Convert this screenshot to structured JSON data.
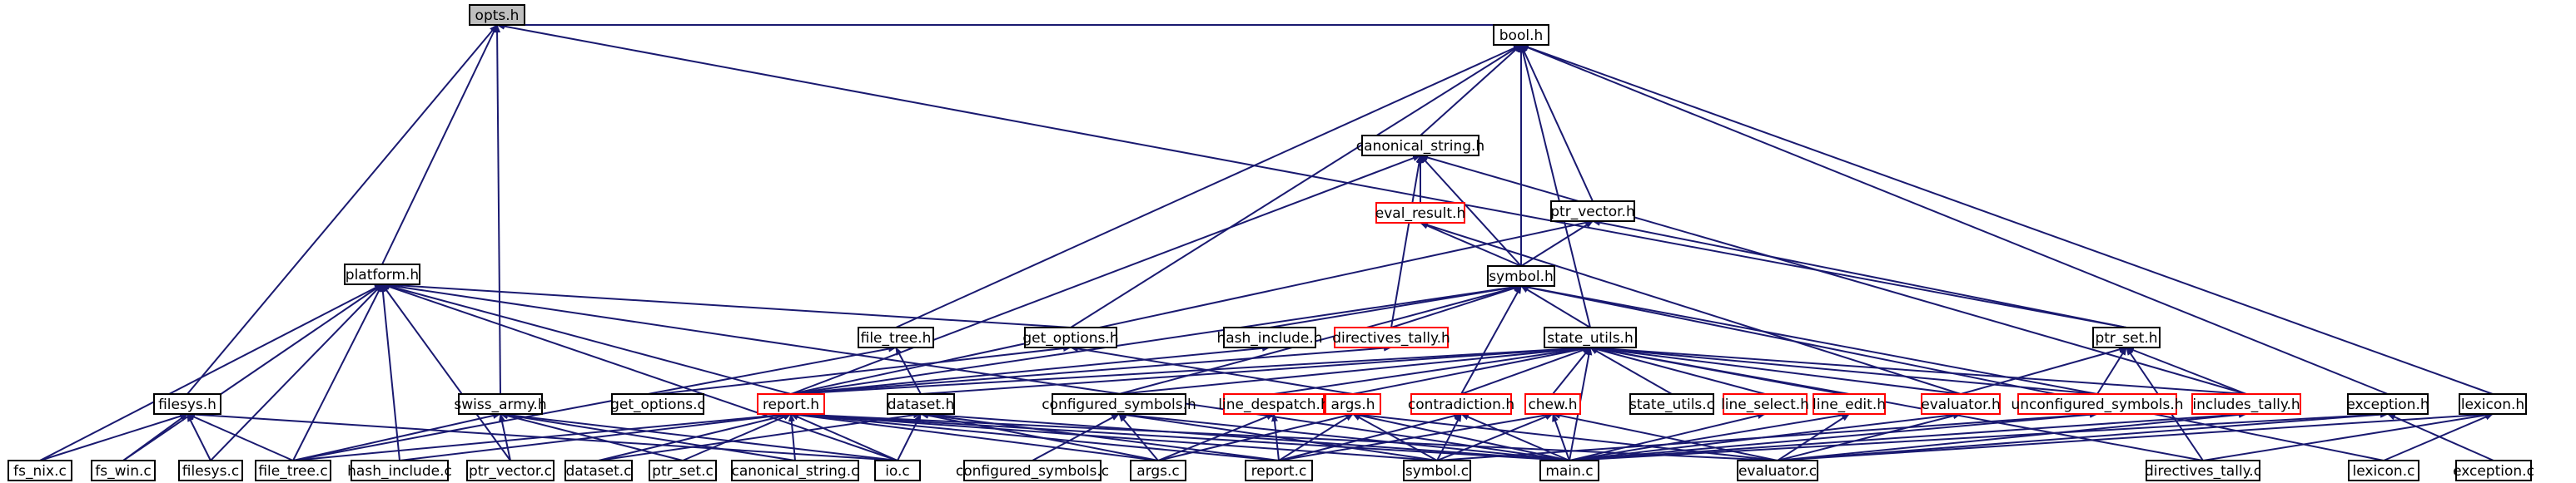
{
  "graph_type": "include dependency graph",
  "colors": {
    "edge": "#191970",
    "root_fill": "#bfbfbf",
    "node_fill": "#ffffff",
    "node_border": "#000000",
    "truncated_border": "#ff0000"
  },
  "root": "opts.h",
  "nodes": [
    {
      "id": "opts_h",
      "label": "opts.h",
      "kind": "root"
    },
    {
      "id": "bool_h",
      "label": "bool.h"
    },
    {
      "id": "canonical_string_h",
      "label": "canonical_string.h"
    },
    {
      "id": "eval_result_h",
      "label": "eval_result.h",
      "truncated": true
    },
    {
      "id": "ptr_vector_h",
      "label": "ptr_vector.h"
    },
    {
      "id": "symbol_h",
      "label": "symbol.h"
    },
    {
      "id": "platform_h",
      "label": "platform.h"
    },
    {
      "id": "get_options_h",
      "label": "get_options.h"
    },
    {
      "id": "file_tree_h",
      "label": "file_tree.h"
    },
    {
      "id": "hash_include_h",
      "label": "hash_include.h"
    },
    {
      "id": "directives_tally_h",
      "label": "directives_tally.h",
      "truncated": true
    },
    {
      "id": "state_utils_h",
      "label": "state_utils.h"
    },
    {
      "id": "ptr_set_h",
      "label": "ptr_set.h"
    },
    {
      "id": "filesys_h",
      "label": "filesys.h"
    },
    {
      "id": "swiss_army_h",
      "label": "swiss_army.h"
    },
    {
      "id": "get_options_c",
      "label": "get_options.c"
    },
    {
      "id": "report_h",
      "label": "report.h",
      "truncated": true
    },
    {
      "id": "dataset_h",
      "label": "dataset.h"
    },
    {
      "id": "configured_symbols_h",
      "label": "configured_symbols.h"
    },
    {
      "id": "line_despatch_h",
      "label": "line_despatch.h",
      "truncated": true
    },
    {
      "id": "args_h",
      "label": "args.h",
      "truncated": true
    },
    {
      "id": "contradiction_h",
      "label": "contradiction.h",
      "truncated": true
    },
    {
      "id": "chew_h",
      "label": "chew.h",
      "truncated": true
    },
    {
      "id": "state_utils_c",
      "label": "state_utils.c"
    },
    {
      "id": "line_select_h",
      "label": "line_select.h",
      "truncated": true
    },
    {
      "id": "line_edit_h",
      "label": "line_edit.h",
      "truncated": true
    },
    {
      "id": "evaluator_h",
      "label": "evaluator.h",
      "truncated": true
    },
    {
      "id": "unconfigured_symbols_h",
      "label": "unconfigured_symbols.h",
      "truncated": true
    },
    {
      "id": "includes_tally_h",
      "label": "includes_tally.h",
      "truncated": true
    },
    {
      "id": "exception_h",
      "label": "exception.h"
    },
    {
      "id": "lexicon_h",
      "label": "lexicon.h"
    },
    {
      "id": "fs_nix_c",
      "label": "fs_nix.c"
    },
    {
      "id": "fs_win_c",
      "label": "fs_win.c"
    },
    {
      "id": "filesys_c",
      "label": "filesys.c"
    },
    {
      "id": "file_tree_c",
      "label": "file_tree.c"
    },
    {
      "id": "hash_include_c",
      "label": "hash_include.c"
    },
    {
      "id": "ptr_vector_c",
      "label": "ptr_vector.c"
    },
    {
      "id": "dataset_c",
      "label": "dataset.c"
    },
    {
      "id": "ptr_set_c",
      "label": "ptr_set.c"
    },
    {
      "id": "canonical_string_c",
      "label": "canonical_string.c"
    },
    {
      "id": "io_c",
      "label": "io.c"
    },
    {
      "id": "configured_symbols_c",
      "label": "configured_symbols.c"
    },
    {
      "id": "args_c",
      "label": "args.c"
    },
    {
      "id": "report_c",
      "label": "report.c"
    },
    {
      "id": "symbol_c",
      "label": "symbol.c"
    },
    {
      "id": "main_c",
      "label": "main.c"
    },
    {
      "id": "evaluator_c",
      "label": "evaluator.c"
    },
    {
      "id": "directives_tally_c",
      "label": "directives_tally.c"
    },
    {
      "id": "lexicon_c",
      "label": "lexicon.c"
    },
    {
      "id": "exception_c",
      "label": "exception.c"
    }
  ],
  "edges": [
    [
      "bool_h",
      "opts_h"
    ],
    [
      "platform_h",
      "opts_h"
    ],
    [
      "swiss_army_h",
      "opts_h"
    ],
    [
      "filesys_h",
      "opts_h"
    ],
    [
      "ptr_set_h",
      "opts_h"
    ],
    [
      "canonical_string_h",
      "bool_h"
    ],
    [
      "ptr_vector_h",
      "bool_h"
    ],
    [
      "symbol_h",
      "bool_h"
    ],
    [
      "file_tree_h",
      "bool_h"
    ],
    [
      "get_options_h",
      "bool_h"
    ],
    [
      "state_utils_h",
      "bool_h"
    ],
    [
      "exception_h",
      "bool_h"
    ],
    [
      "lexicon_h",
      "bool_h"
    ],
    [
      "eval_result_h",
      "canonical_string_h"
    ],
    [
      "symbol_h",
      "canonical_string_h"
    ],
    [
      "directives_tally_h",
      "canonical_string_h"
    ],
    [
      "report_h",
      "canonical_string_h"
    ],
    [
      "includes_tally_h",
      "canonical_string_h"
    ],
    [
      "symbol_h",
      "ptr_vector_h"
    ],
    [
      "ptr_set_h",
      "ptr_vector_h"
    ],
    [
      "report_h",
      "ptr_vector_h"
    ],
    [
      "symbol_h",
      "eval_result_h"
    ],
    [
      "evaluator_h",
      "eval_result_h"
    ],
    [
      "hash_include_h",
      "symbol_h"
    ],
    [
      "directives_tally_h",
      "symbol_h"
    ],
    [
      "state_utils_h",
      "symbol_h"
    ],
    [
      "contradiction_h",
      "symbol_h"
    ],
    [
      "unconfigured_symbols_h",
      "symbol_h"
    ],
    [
      "lexicon_c",
      "symbol_h"
    ],
    [
      "report_h",
      "symbol_h"
    ],
    [
      "configured_symbols_h",
      "symbol_h"
    ],
    [
      "get_options_h",
      "platform_h"
    ],
    [
      "file_tree_c",
      "platform_h"
    ],
    [
      "fs_nix_c",
      "platform_h"
    ],
    [
      "fs_win_c",
      "platform_h"
    ],
    [
      "filesys_c",
      "platform_h"
    ],
    [
      "hash_include_c",
      "platform_h"
    ],
    [
      "ptr_vector_c",
      "platform_h"
    ],
    [
      "io_c",
      "platform_h"
    ],
    [
      "report_h",
      "platform_h"
    ],
    [
      "main_c",
      "platform_h"
    ],
    [
      "get_options_c",
      "get_options_h"
    ],
    [
      "args_h",
      "get_options_h"
    ],
    [
      "file_tree_c",
      "file_tree_h"
    ],
    [
      "dataset_h",
      "file_tree_h"
    ],
    [
      "report_h",
      "hash_include_h"
    ],
    [
      "report_h",
      "directives_tally_h"
    ],
    [
      "report_h",
      "state_utils_h"
    ],
    [
      "dataset_h",
      "state_utils_h"
    ],
    [
      "configured_symbols_h",
      "state_utils_h"
    ],
    [
      "line_despatch_h",
      "state_utils_h"
    ],
    [
      "args_h",
      "state_utils_h"
    ],
    [
      "contradiction_h",
      "state_utils_h"
    ],
    [
      "chew_h",
      "state_utils_h"
    ],
    [
      "state_utils_c",
      "state_utils_h"
    ],
    [
      "line_select_h",
      "state_utils_h"
    ],
    [
      "line_edit_h",
      "state_utils_h"
    ],
    [
      "evaluator_h",
      "state_utils_h"
    ],
    [
      "unconfigured_symbols_h",
      "state_utils_h"
    ],
    [
      "includes_tally_h",
      "state_utils_h"
    ],
    [
      "main_c",
      "state_utils_h"
    ],
    [
      "directives_tally_c",
      "state_utils_h"
    ],
    [
      "evaluator_h",
      "ptr_set_h"
    ],
    [
      "unconfigured_symbols_h",
      "ptr_set_h"
    ],
    [
      "includes_tally_h",
      "ptr_set_h"
    ],
    [
      "directives_tally_c",
      "ptr_set_h"
    ],
    [
      "fs_nix_c",
      "filesys_h"
    ],
    [
      "fs_win_c",
      "filesys_h"
    ],
    [
      "filesys_c",
      "filesys_h"
    ],
    [
      "file_tree_c",
      "filesys_h"
    ],
    [
      "io_c",
      "filesys_h"
    ],
    [
      "file_tree_c",
      "swiss_army_h"
    ],
    [
      "ptr_vector_c",
      "swiss_army_h"
    ],
    [
      "ptr_set_c",
      "swiss_army_h"
    ],
    [
      "canonical_string_c",
      "swiss_army_h"
    ],
    [
      "io_c",
      "swiss_army_h"
    ],
    [
      "file_tree_c",
      "report_h"
    ],
    [
      "hash_include_c",
      "report_h"
    ],
    [
      "dataset_c",
      "report_h"
    ],
    [
      "ptr_set_c",
      "report_h"
    ],
    [
      "canonical_string_c",
      "report_h"
    ],
    [
      "io_c",
      "report_h"
    ],
    [
      "args_c",
      "report_h"
    ],
    [
      "report_c",
      "report_h"
    ],
    [
      "symbol_c",
      "report_h"
    ],
    [
      "main_c",
      "report_h"
    ],
    [
      "evaluator_c",
      "report_h"
    ],
    [
      "io_c",
      "dataset_h"
    ],
    [
      "args_c",
      "dataset_h"
    ],
    [
      "report_c",
      "dataset_h"
    ],
    [
      "dataset_c",
      "dataset_h"
    ],
    [
      "main_c",
      "dataset_h"
    ],
    [
      "configured_symbols_c",
      "configured_symbols_h"
    ],
    [
      "args_c",
      "configured_symbols_h"
    ],
    [
      "symbol_c",
      "configured_symbols_h"
    ],
    [
      "main_c",
      "configured_symbols_h"
    ],
    [
      "report_c",
      "line_despatch_h"
    ],
    [
      "args_c",
      "line_despatch_h"
    ],
    [
      "args_c",
      "args_h"
    ],
    [
      "report_c",
      "args_h"
    ],
    [
      "symbol_c",
      "args_h"
    ],
    [
      "main_c",
      "args_h"
    ],
    [
      "evaluator_c",
      "args_h"
    ],
    [
      "symbol_c",
      "contradiction_h"
    ],
    [
      "main_c",
      "contradiction_h"
    ],
    [
      "report_c",
      "contradiction_h"
    ],
    [
      "report_c",
      "chew_h"
    ],
    [
      "symbol_c",
      "chew_h"
    ],
    [
      "main_c",
      "chew_h"
    ],
    [
      "evaluator_c",
      "chew_h"
    ],
    [
      "main_c",
      "line_select_h"
    ],
    [
      "main_c",
      "line_edit_h"
    ],
    [
      "evaluator_c",
      "line_edit_h"
    ],
    [
      "evaluator_c",
      "evaluator_h"
    ],
    [
      "main_c",
      "evaluator_h"
    ],
    [
      "symbol_c",
      "unconfigured_symbols_h"
    ],
    [
      "main_c",
      "unconfigured_symbols_h"
    ],
    [
      "main_c",
      "includes_tally_h"
    ],
    [
      "evaluator_c",
      "includes_tally_h"
    ],
    [
      "exception_c",
      "exception_h"
    ],
    [
      "main_c",
      "exception_h"
    ],
    [
      "evaluator_c",
      "exception_h"
    ],
    [
      "lexicon_c",
      "lexicon_h"
    ],
    [
      "directives_tally_c",
      "lexicon_h"
    ],
    [
      "evaluator_c",
      "lexicon_h"
    ]
  ]
}
